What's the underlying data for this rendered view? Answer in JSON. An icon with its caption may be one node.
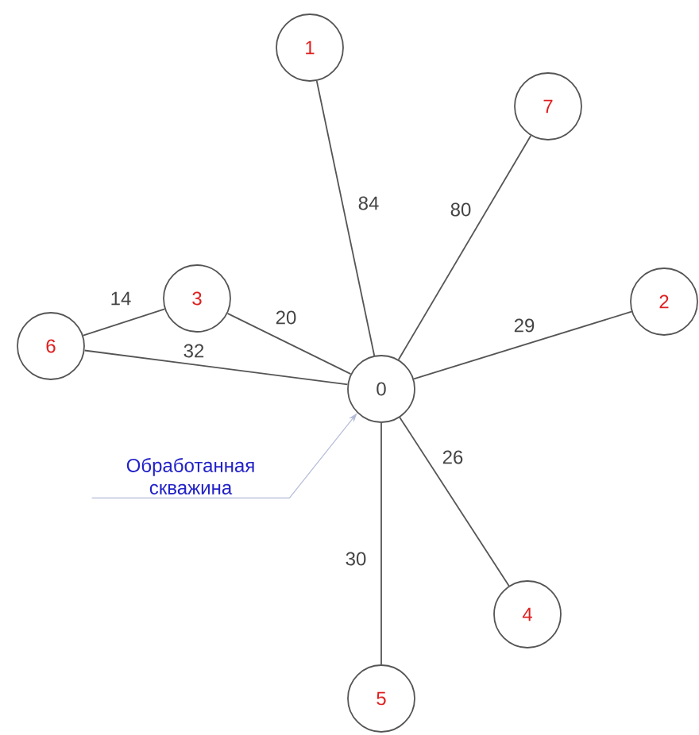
{
  "diagram": {
    "nodes": [
      {
        "text": [
          "0"
        ]
      },
      {
        "text": [
          "1"
        ]
      },
      {
        "text": [
          "2"
        ]
      },
      {
        "text": [
          "3"
        ]
      },
      {
        "text": [
          "4"
        ]
      },
      {
        "text": [
          "5"
        ]
      },
      {
        "text": [
          "6"
        ]
      },
      {
        "text": [
          "7"
        ]
      },
      {
        "text": [
          "Обработанная скважина"
        ]
      }
    ],
    "edges": [
      {
        "from": 0,
        "to": 1,
        "arrow": "none",
        "label": "84"
      },
      {
        "from": 0,
        "to": 7,
        "arrow": "none",
        "label": "80"
      },
      {
        "from": 0,
        "to": 2,
        "arrow": "none",
        "label": "29"
      },
      {
        "from": 0,
        "to": 3,
        "arrow": "none",
        "label": "20"
      },
      {
        "from": 0,
        "to": 6,
        "arrow": "none",
        "label": "32"
      },
      {
        "from": 3,
        "to": 6,
        "arrow": "none",
        "label": "14"
      },
      {
        "from": 0,
        "to": 4,
        "arrow": "none",
        "label": "26"
      },
      {
        "from": 0,
        "to": 5,
        "arrow": "none",
        "label": "30"
      },
      {
        "from": 8,
        "to": 0,
        "arrow": "to",
        "color": "#b4bcd8"
      }
    ]
  }
}
